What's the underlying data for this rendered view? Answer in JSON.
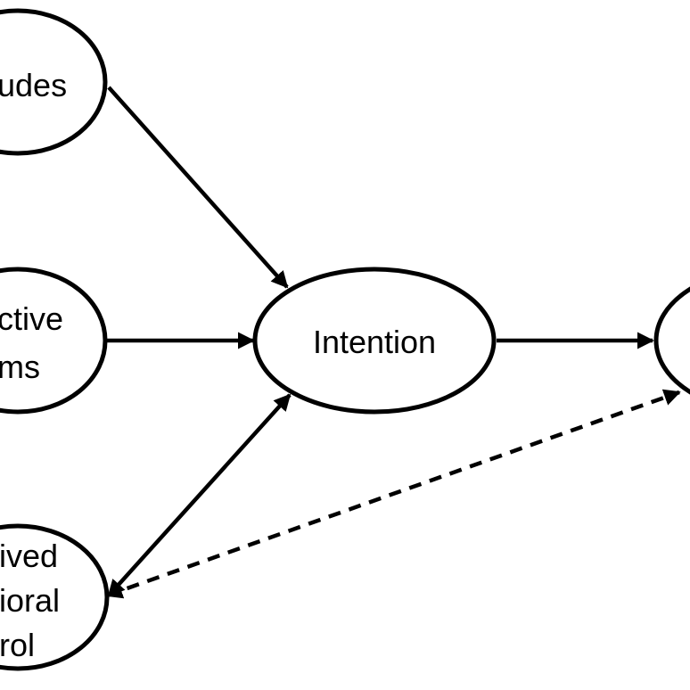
{
  "nodes": {
    "attitudes": {
      "lines": [
        "udes"
      ]
    },
    "subjective_norms": {
      "lines": [
        "ctive",
        "ms"
      ]
    },
    "pbc": {
      "lines": [
        "ived",
        "ioral",
        "rol"
      ]
    },
    "intention": {
      "lines": [
        "Intention"
      ]
    },
    "behavior": {
      "lines": []
    }
  },
  "colors": {
    "stroke": "#000000",
    "fill": "#ffffff",
    "text": "#000000"
  }
}
